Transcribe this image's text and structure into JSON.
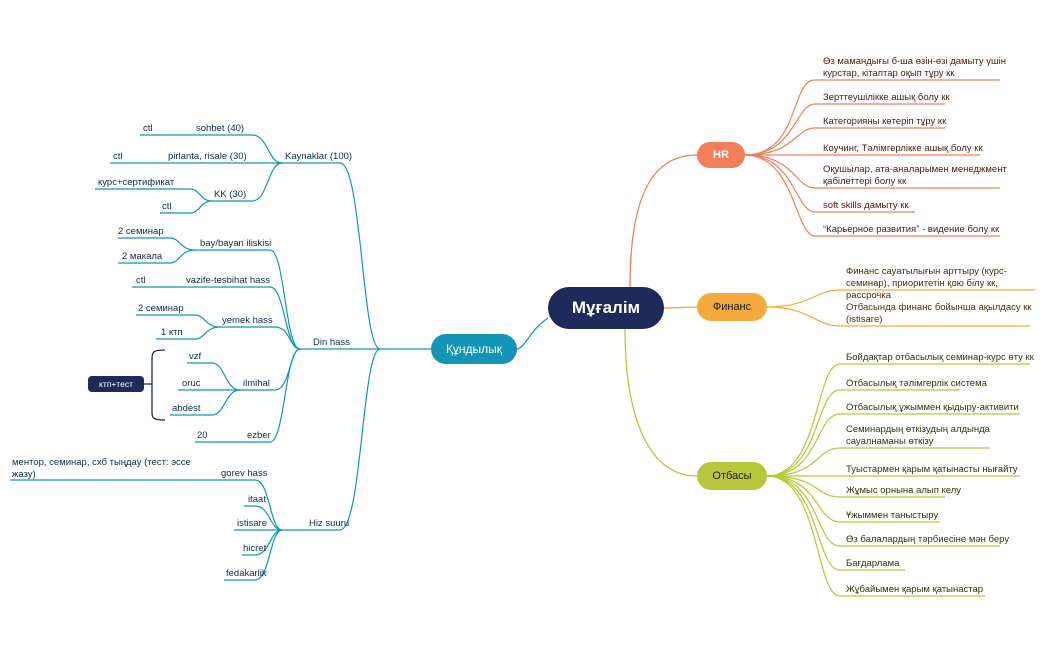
{
  "diagram": {
    "center": "Мұғалім",
    "branches": {
      "kundylyk": "Құндылық",
      "hr": "HR",
      "finans": "Финанс",
      "otbasy": "Отбасы"
    },
    "kundylyk_nodes": {
      "kaynaklar": "Kaynaklar (100)",
      "sohbet": "sohbet (40)",
      "ctl_1": "ctl",
      "pirlanta": "pirlanta, risale (30)",
      "ctl_2": "ctl",
      "kk": "KK (30)",
      "kurs_sert": "курс+сертификат",
      "ctl_3": "ctl",
      "din_hass": "Din hass",
      "bay_bayan": "bay/bayan iliskisi",
      "seminar_2a": "2 семинар",
      "makala_2": "2 макала",
      "vazife": "vazife-tesbihat hass",
      "ctl_4": "ctl",
      "yemek": "yemek hass",
      "seminar_2b": "2 семинар",
      "ktp_1": "1 ктп",
      "ilmihal": "ilmihal",
      "vzf": "vzf",
      "oruc": "oruc",
      "abdest": "abdest",
      "ktp_test": "ктп+тест",
      "ezber": "ezber",
      "ezber_20": "20",
      "hiz_suuru": "Hiz suuru",
      "gorev": "gorev hass",
      "mentor": "ментор, семинар, схб тыңдау  (тест: эссе жазу)",
      "itaat": "itaat",
      "istisare": "istisare",
      "hicret": "hicret",
      "fedakarlik": "fedakarlik"
    },
    "hr_items": [
      "Өз мамандығы б-ша өзін-өзі дамыту үшін курстар, кітаптар оқып тұру кк",
      "Зерттеушілікке ашық болу кк",
      "Категорияны көтеріп тұру кк",
      "Коучинг, Тәлімгерлікке ашық болу кк",
      "Оқушылар,  ата-аналарымен менеджмент қабілеттері болу кк",
      "soft skills дамыту кк",
      "“Карьерное развития” - видение болу кк"
    ],
    "finans_items": [
      "Финанс сауатылығын арттыру (курс-семинар), приоритетін қою білу кк, рассрочка",
      "Отбасында финанс бойынша ақылдасу кк (istisare)"
    ],
    "otbasy_items": [
      "Бойдақтар отбасылық семинар-курс өту кк",
      "Отбасылық тәлімгерлік система",
      "Отбасылық ұжыммен қыдыру-активити",
      "Семинардың өткізудың алдында сауалнаманы өткізу",
      "Туыстармен қарым қатынасты нығайту",
      "Жұмыс орнына алып келу",
      "Ұжыммен таныстыру",
      "Өз балалардың тәрбиесіне мән беру",
      "Бағдарлама",
      "Жұбайымен қарым қатынастар"
    ],
    "colors": {
      "center": "#1e2a5a",
      "kundylyk": "#1495b8",
      "hr": "#f07f5a",
      "finans": "#f6a93c",
      "otbasy": "#b7c83a"
    }
  }
}
